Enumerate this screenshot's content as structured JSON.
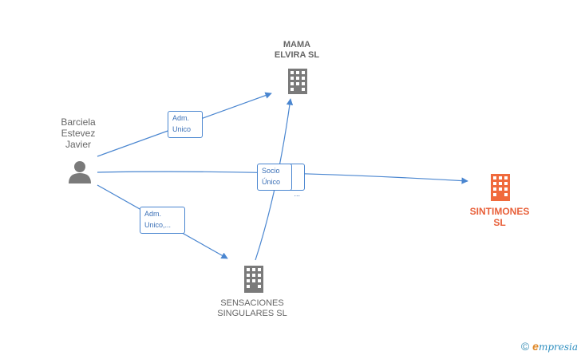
{
  "nodes": {
    "mama_elvira": {
      "label": "MAMA\nELVIRA  SL"
    },
    "barciela": {
      "label": "Barciela\nEstevez\nJavier"
    },
    "sintimones": {
      "label": "SINTIMONES\nSL"
    },
    "sensaciones": {
      "label": "SENSACIONES\nSINGULARES SL"
    }
  },
  "edges": {
    "adm_unico_1": {
      "label": "Adm.\nUnico"
    },
    "adm_unico_2": {
      "label": "Adm.\nUnico,..."
    },
    "socio_unico": {
      "label": "Socio\nÚnico"
    },
    "socio_unico_back": {
      "label": "..."
    }
  },
  "colors": {
    "edge": "#4a86d0",
    "company": "#7a7a7a",
    "focus_company": "#f06a3c",
    "person": "#7a7a7a"
  },
  "footer": {
    "copyright_symbol": "©",
    "brand_initial": "e",
    "brand_rest": "mpresia"
  }
}
